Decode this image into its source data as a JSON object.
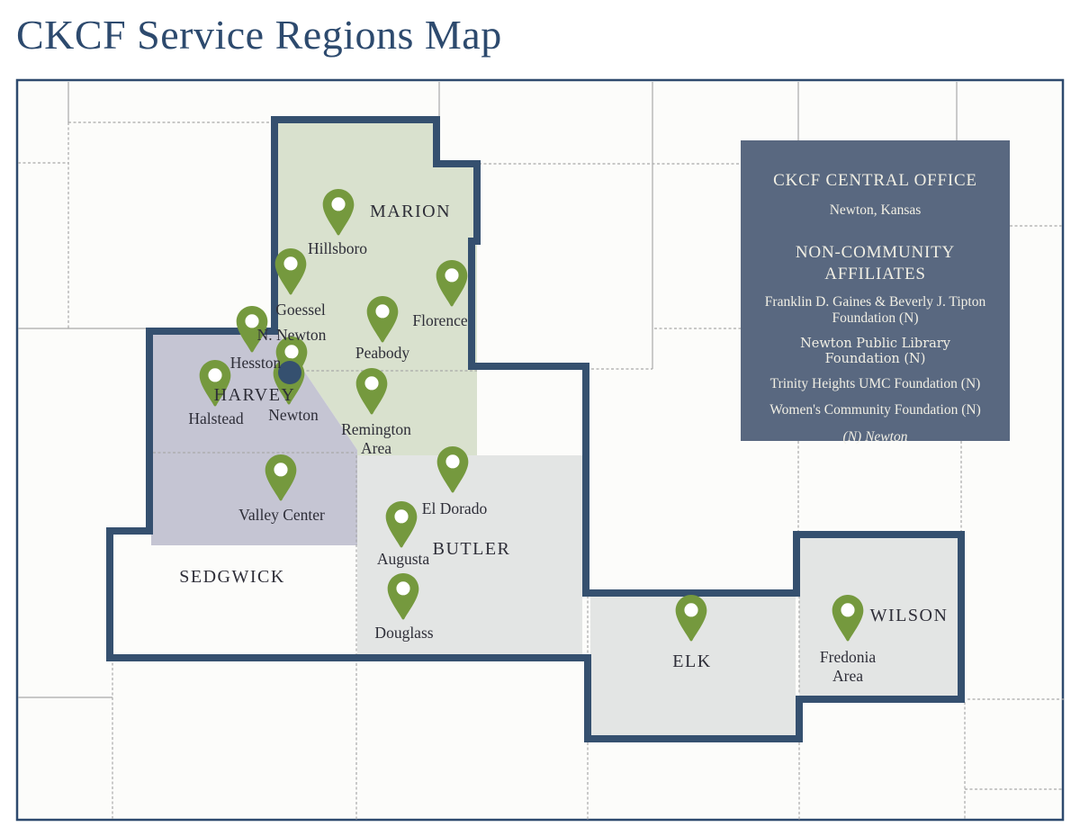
{
  "page": {
    "title": "CKCF Service Regions Map"
  },
  "info_box": {
    "heading": "CKCF CENTRAL OFFICE",
    "subheading": "Newton, Kansas",
    "section_heading": "NON-COMMUNITY AFFILIATES",
    "affiliates": [
      "Franklin D. Gaines & Beverly J. Tipton Foundation (N)",
      "Newton Public Library Foundation (N)",
      "Trinity Heights UMC Foundation (N)",
      "Women's Community Foundation (N)"
    ],
    "footnote": "(N) Newton"
  },
  "counties": [
    {
      "name": "MARION",
      "region_color": "#D9E1CE"
    },
    {
      "name": "HARVEY",
      "region_color": "#C5C5D3"
    },
    {
      "name": "SEDGWICK",
      "region_color": "#FCFCFA"
    },
    {
      "name": "BUTLER",
      "region_color": "#E3E5E4"
    },
    {
      "name": "ELK",
      "region_color": "#E3E5E4"
    },
    {
      "name": "WILSON",
      "region_color": "#E3E5E4"
    }
  ],
  "pins": [
    {
      "label": "Hillsboro"
    },
    {
      "label": "Goessel"
    },
    {
      "label": "Florence"
    },
    {
      "label": "N. Newton"
    },
    {
      "label": "Newton",
      "marker": "central-office"
    },
    {
      "label": "Hesston"
    },
    {
      "label": "Halstead"
    },
    {
      "label": "Peabody"
    },
    {
      "label": "Remington Area"
    },
    {
      "label": "Valley Center"
    },
    {
      "label": "El Dorado"
    },
    {
      "label": "Augusta"
    },
    {
      "label": "Douglass"
    },
    {
      "label": ""
    },
    {
      "label": "Fredonia Area"
    }
  ],
  "colors": {
    "border_navy": "#35506F",
    "marion_green": "#D9E1CE",
    "harvey_lavender": "#C5C5D3",
    "affiliate_gray": "#E3E5E4",
    "pin_green": "#75993E",
    "county_line_gray": "#A9A9A9",
    "box_background": "#596880",
    "title_navy": "#2D4A6E"
  }
}
